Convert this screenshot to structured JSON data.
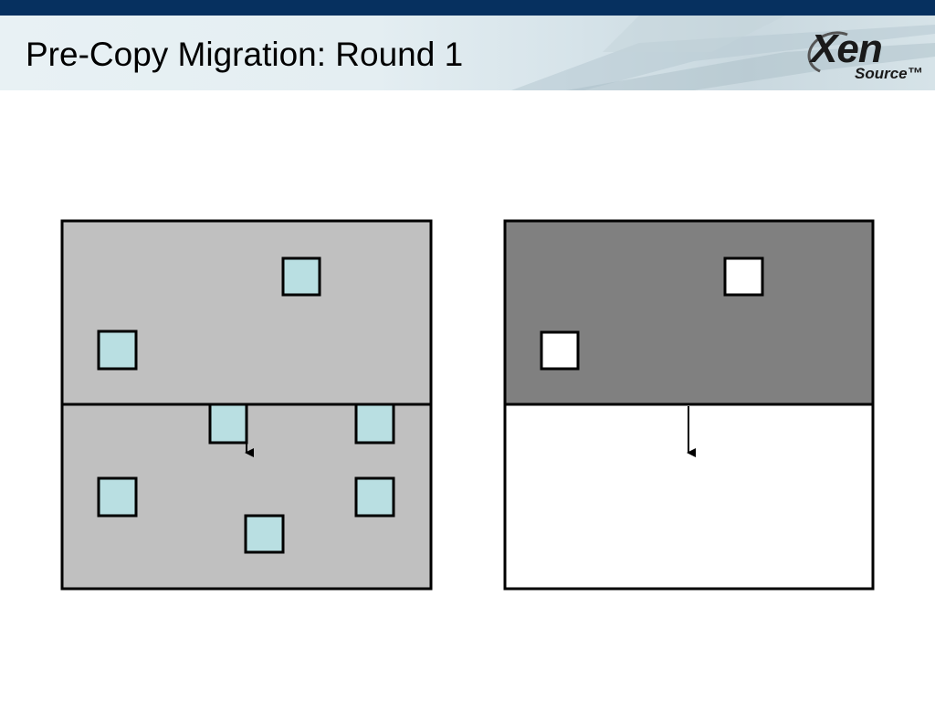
{
  "header": {
    "title": "Pre-Copy Migration: Round 1",
    "logo": {
      "xen": "Xen",
      "source": "Source™"
    }
  },
  "colors": {
    "top_bar": "#06305f",
    "source_host_fill": "#c0c0c0",
    "dest_host_top_fill": "#808080",
    "dest_host_bottom_fill": "#ffffff",
    "page_fill": "#b9dfe2",
    "copied_page_fill": "#ffffff",
    "outline": "#000000"
  },
  "diagram": {
    "source_host": {
      "pages": 7,
      "arrow": "down"
    },
    "destination_host": {
      "pages": 2,
      "arrow": "down"
    }
  }
}
